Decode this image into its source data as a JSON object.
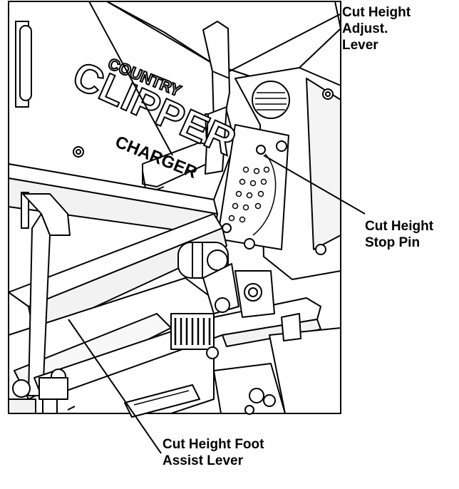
{
  "labels": {
    "cut_height_adjust_lever": "Cut Height\nAdjust.\nLever",
    "cut_height_stop_pin": "Cut Height\nStop Pin",
    "cut_height_foot_assist_lever": "Cut Height Foot\nAssist Lever"
  },
  "machine_branding": {
    "brand_top": "COUNTRY",
    "brand_main": "CLIPPER",
    "model": "CHARGER"
  }
}
